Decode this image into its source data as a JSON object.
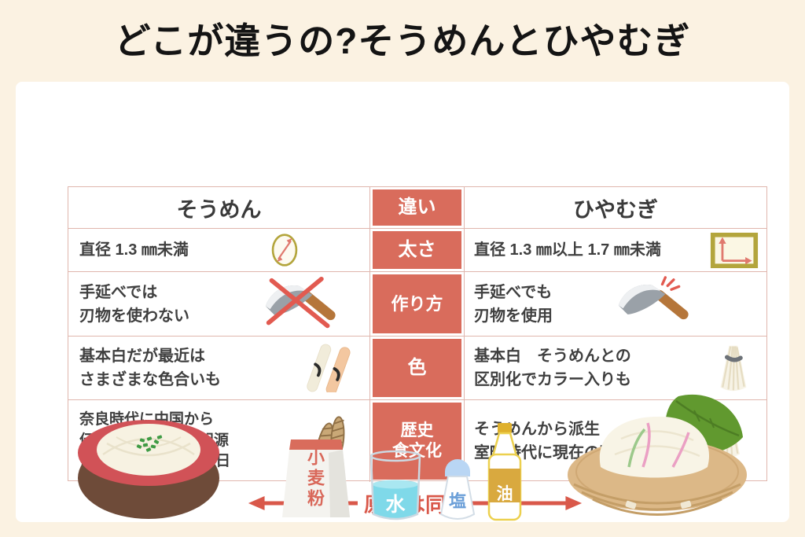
{
  "title": "どこが違うの?そうめんとひやむぎ",
  "table": {
    "header": {
      "left": "そうめん",
      "center": "違い",
      "right": "ひやむぎ"
    },
    "rows": [
      {
        "category_lines": [
          "太さ"
        ],
        "left_lines": [
          "直径 1.3 ㎜未満"
        ],
        "right_lines": [
          "直径 1.3 ㎜以上 1.7 ㎜未満"
        ],
        "left_icon": "circle-diameter-icon",
        "right_icon": "rectangle-size-icon"
      },
      {
        "category_lines": [
          "作り方"
        ],
        "left_lines": [
          "手延べでは",
          "刃物を使わない"
        ],
        "right_lines": [
          "手延べでも",
          "刃物を使用"
        ],
        "left_icon": "knife-crossed-icon",
        "right_icon": "knife-icon"
      },
      {
        "category_lines": [
          "色"
        ],
        "left_lines": [
          "基本白だが最近は",
          "さまざまな色合いも"
        ],
        "right_lines": [
          "基本白　そうめんとの",
          "区別化でカラー入りも"
        ],
        "left_icon": "colored-noodle-sticks-icon",
        "right_icon": "noodle-bundle-icon"
      },
      {
        "category_lines": [
          "歴史",
          "食文化"
        ],
        "left_lines": [
          "奈良時代に中国から",
          "伝来したお菓子が起源",
          "7月7日はそうめんの日"
        ],
        "right_lines": [
          "そうめんから派生",
          "室町時代に現在の形に"
        ],
        "left_icon": "twisted-pastry-icon",
        "right_icon": "noodle-bundle-leaf-icon"
      }
    ]
  },
  "footer": {
    "arrow_label": "原料は同じ",
    "ingredients": [
      {
        "name": "wheat-flour-bag",
        "label": "小麦粉"
      },
      {
        "name": "water-beaker",
        "label": "水"
      },
      {
        "name": "salt-shaker",
        "label": "塩"
      },
      {
        "name": "oil-bottle",
        "label": "油"
      }
    ],
    "left_illustration": "somen-bowl",
    "right_illustration": "hiyamugi-zaru"
  },
  "colors": {
    "background": "#fbf2e2",
    "panel": "#ffffff",
    "accent_red": "#d96c5c",
    "border_pink": "#e0b6ad",
    "text_dark": "#3f3f3f",
    "arrow_red": "#d9584a",
    "icon_olive": "#b3a53c",
    "icon_pink": "#e0796e"
  }
}
